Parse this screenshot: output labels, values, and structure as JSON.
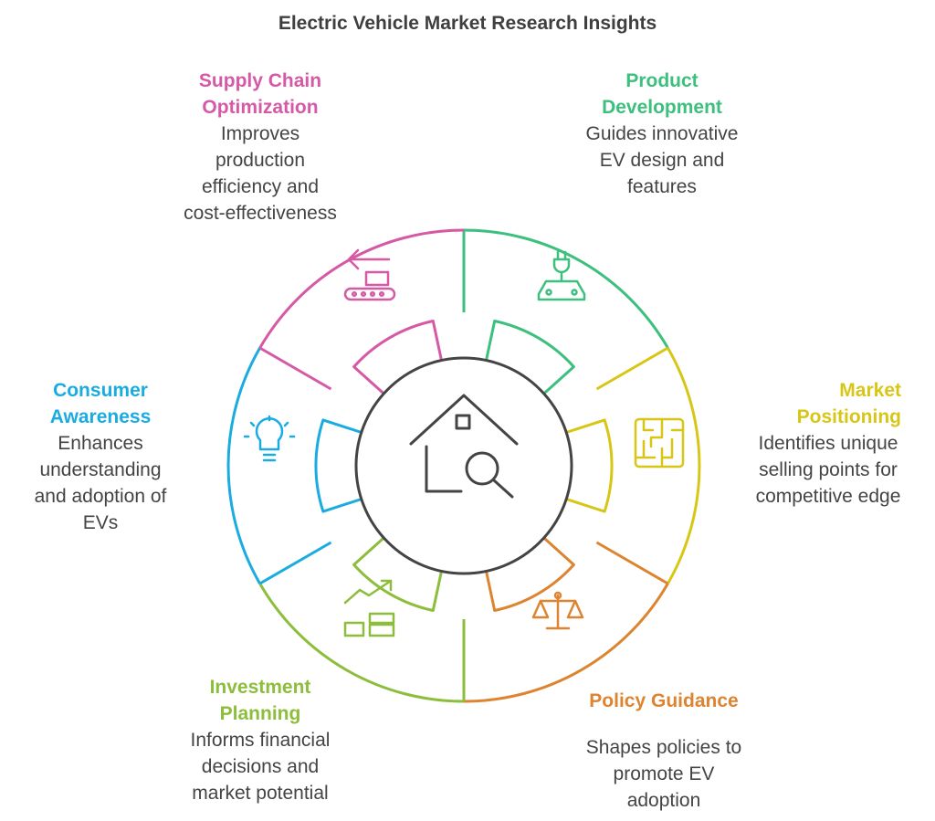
{
  "title": "Electric Vehicle Market Research Insights",
  "center_icon": "house-magnifier-icon",
  "segments": [
    {
      "id": "product",
      "heading": "Product\nDevelopment",
      "description": "Guides innovative\nEV design and\nfeatures",
      "color": "#3dbf7d",
      "icon": "ev-plug-car-icon"
    },
    {
      "id": "market",
      "heading": "Market\nPositioning",
      "description": "Identifies unique\nselling points for\ncompetitive edge",
      "color": "#d8c617",
      "icon": "maze-icon"
    },
    {
      "id": "policy",
      "heading": "Policy Guidance",
      "description": "Shapes policies to\npromote EV\nadoption",
      "color": "#dd8431",
      "icon": "scales-icon"
    },
    {
      "id": "investment",
      "heading": "Investment\nPlanning",
      "description": "Informs financial\ndecisions and\nmarket potential",
      "color": "#8cbe3c",
      "icon": "money-growth-icon"
    },
    {
      "id": "consumer",
      "heading": "Consumer\nAwareness",
      "description": "Enhances\nunderstanding\nand adoption of\nEVs",
      "color": "#1aabe0",
      "icon": "lightbulb-icon"
    },
    {
      "id": "supply",
      "heading": "Supply Chain\nOptimization",
      "description": "Improves\nproduction\nefficiency and\ncost-effectiveness",
      "color": "#d659a6",
      "icon": "conveyor-icon"
    }
  ]
}
